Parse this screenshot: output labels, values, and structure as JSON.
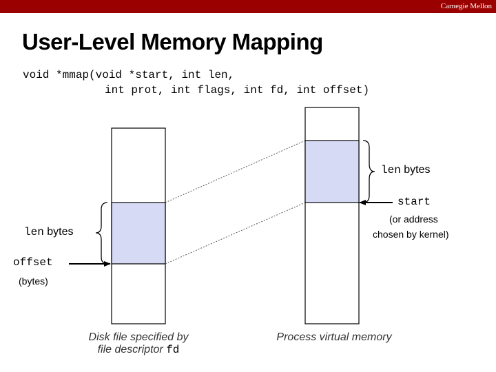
{
  "header": {
    "brand": "Carnegie Mellon"
  },
  "slide": {
    "title": "User-Level Memory Mapping",
    "code_line1": "void *mmap(void *start, int len,",
    "code_line2": "int prot, int flags, int fd, int offset)"
  },
  "diagram": {
    "right_len": {
      "mono": "len",
      "text": " bytes"
    },
    "start_label": "start",
    "start_note_line1": "(or address",
    "start_note_line2": "chosen by kernel)",
    "left_len": {
      "mono": "len",
      "text": " bytes"
    },
    "offset_label": "offset",
    "offset_note": "(bytes)",
    "disk_caption_line1": "Disk file specified by",
    "disk_caption_line2": "file descriptor ",
    "disk_caption_fd": "fd",
    "memory_caption": "Process virtual memory"
  },
  "colors": {
    "header_bar": "#9b0000",
    "region_fill": "#d6daf5",
    "box_stroke": "#000000"
  }
}
